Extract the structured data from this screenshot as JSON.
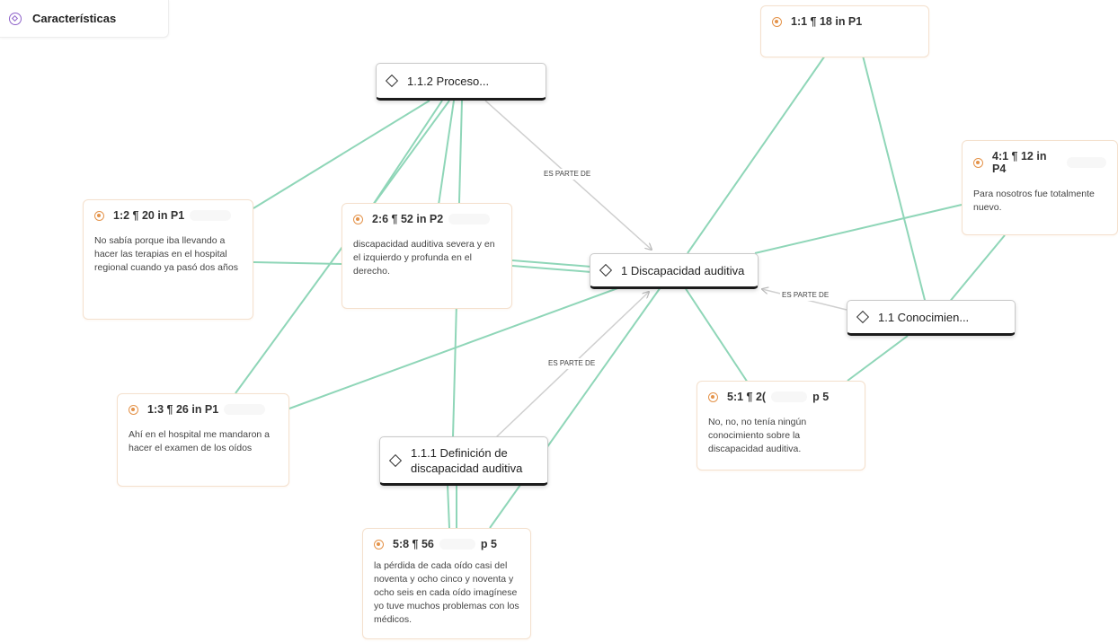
{
  "network": {
    "title": "Características",
    "title_icon": "network-icon"
  },
  "codes": {
    "proceso": "1.1.2 Proceso...",
    "discapacidad": "1 Discapacidad auditiva",
    "conocimiento": "1.1 Conocimien...",
    "definicion": "1.1.1 Definición de discapacidad auditiva"
  },
  "quotes": {
    "q_1_1": {
      "ref": "1:1 ¶ 18 in P1",
      "text": ""
    },
    "q_4_1": {
      "ref": "4:1 ¶ 12 in P4",
      "text": "Para nosotros fue totalmente nuevo."
    },
    "q_1_2": {
      "ref": "1:2 ¶ 20 in P1",
      "text": "No sabía porque iba llevando a hacer las terapias en el hospital regional cuando ya pasó dos años"
    },
    "q_2_6": {
      "ref": "2:6 ¶ 52 in P2",
      "text": "discapacidad auditiva severa y en el izquierdo y profunda en el derecho."
    },
    "q_1_3": {
      "ref": "1:3 ¶ 26 in P1",
      "text": "Ahí en el hospital me mandaron a hacer el examen de los oídos"
    },
    "q_5_1": {
      "ref_a": "5:1 ¶ 2(",
      "ref_b": "p 5",
      "text": "No, no, no tenía ningún conocimiento sobre la discapacidad auditiva."
    },
    "q_5_8": {
      "ref_a": "5:8 ¶ 56",
      "ref_b": "p 5",
      "text": "la pérdida de cada oído casi del noventa y ocho cinco y noventa y ocho seis en cada oído imagínese yo tuve muchos problemas con los médicos."
    }
  },
  "edge_labels": {
    "e1": "ES PARTE DE",
    "e2": "ES PARTE DE",
    "e3": "ES PARTE DE"
  },
  "colors": {
    "link": "#8fd6b8",
    "relation": "#cfcfcf",
    "quote_icon": "#e4934a",
    "network_icon": "#8e62c9"
  }
}
